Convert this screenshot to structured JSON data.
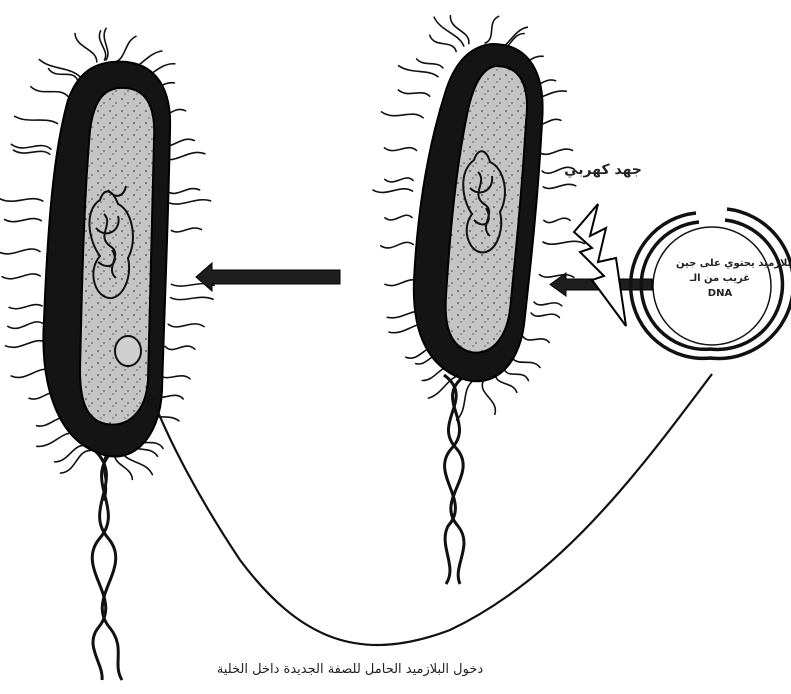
{
  "labels": {
    "voltage": "جهد كهربي",
    "plasmid_text": [
      "بلازميد يحتوي على جين",
      "غريب من الـ",
      "DNA"
    ],
    "seq_top_left": "",
    "seq_top_right": "",
    "seq_inner_left": "",
    "seq_inner_right": "",
    "caption": "دخول البلازميد الحامل للصفة الجديدة داخل الخلية"
  }
}
